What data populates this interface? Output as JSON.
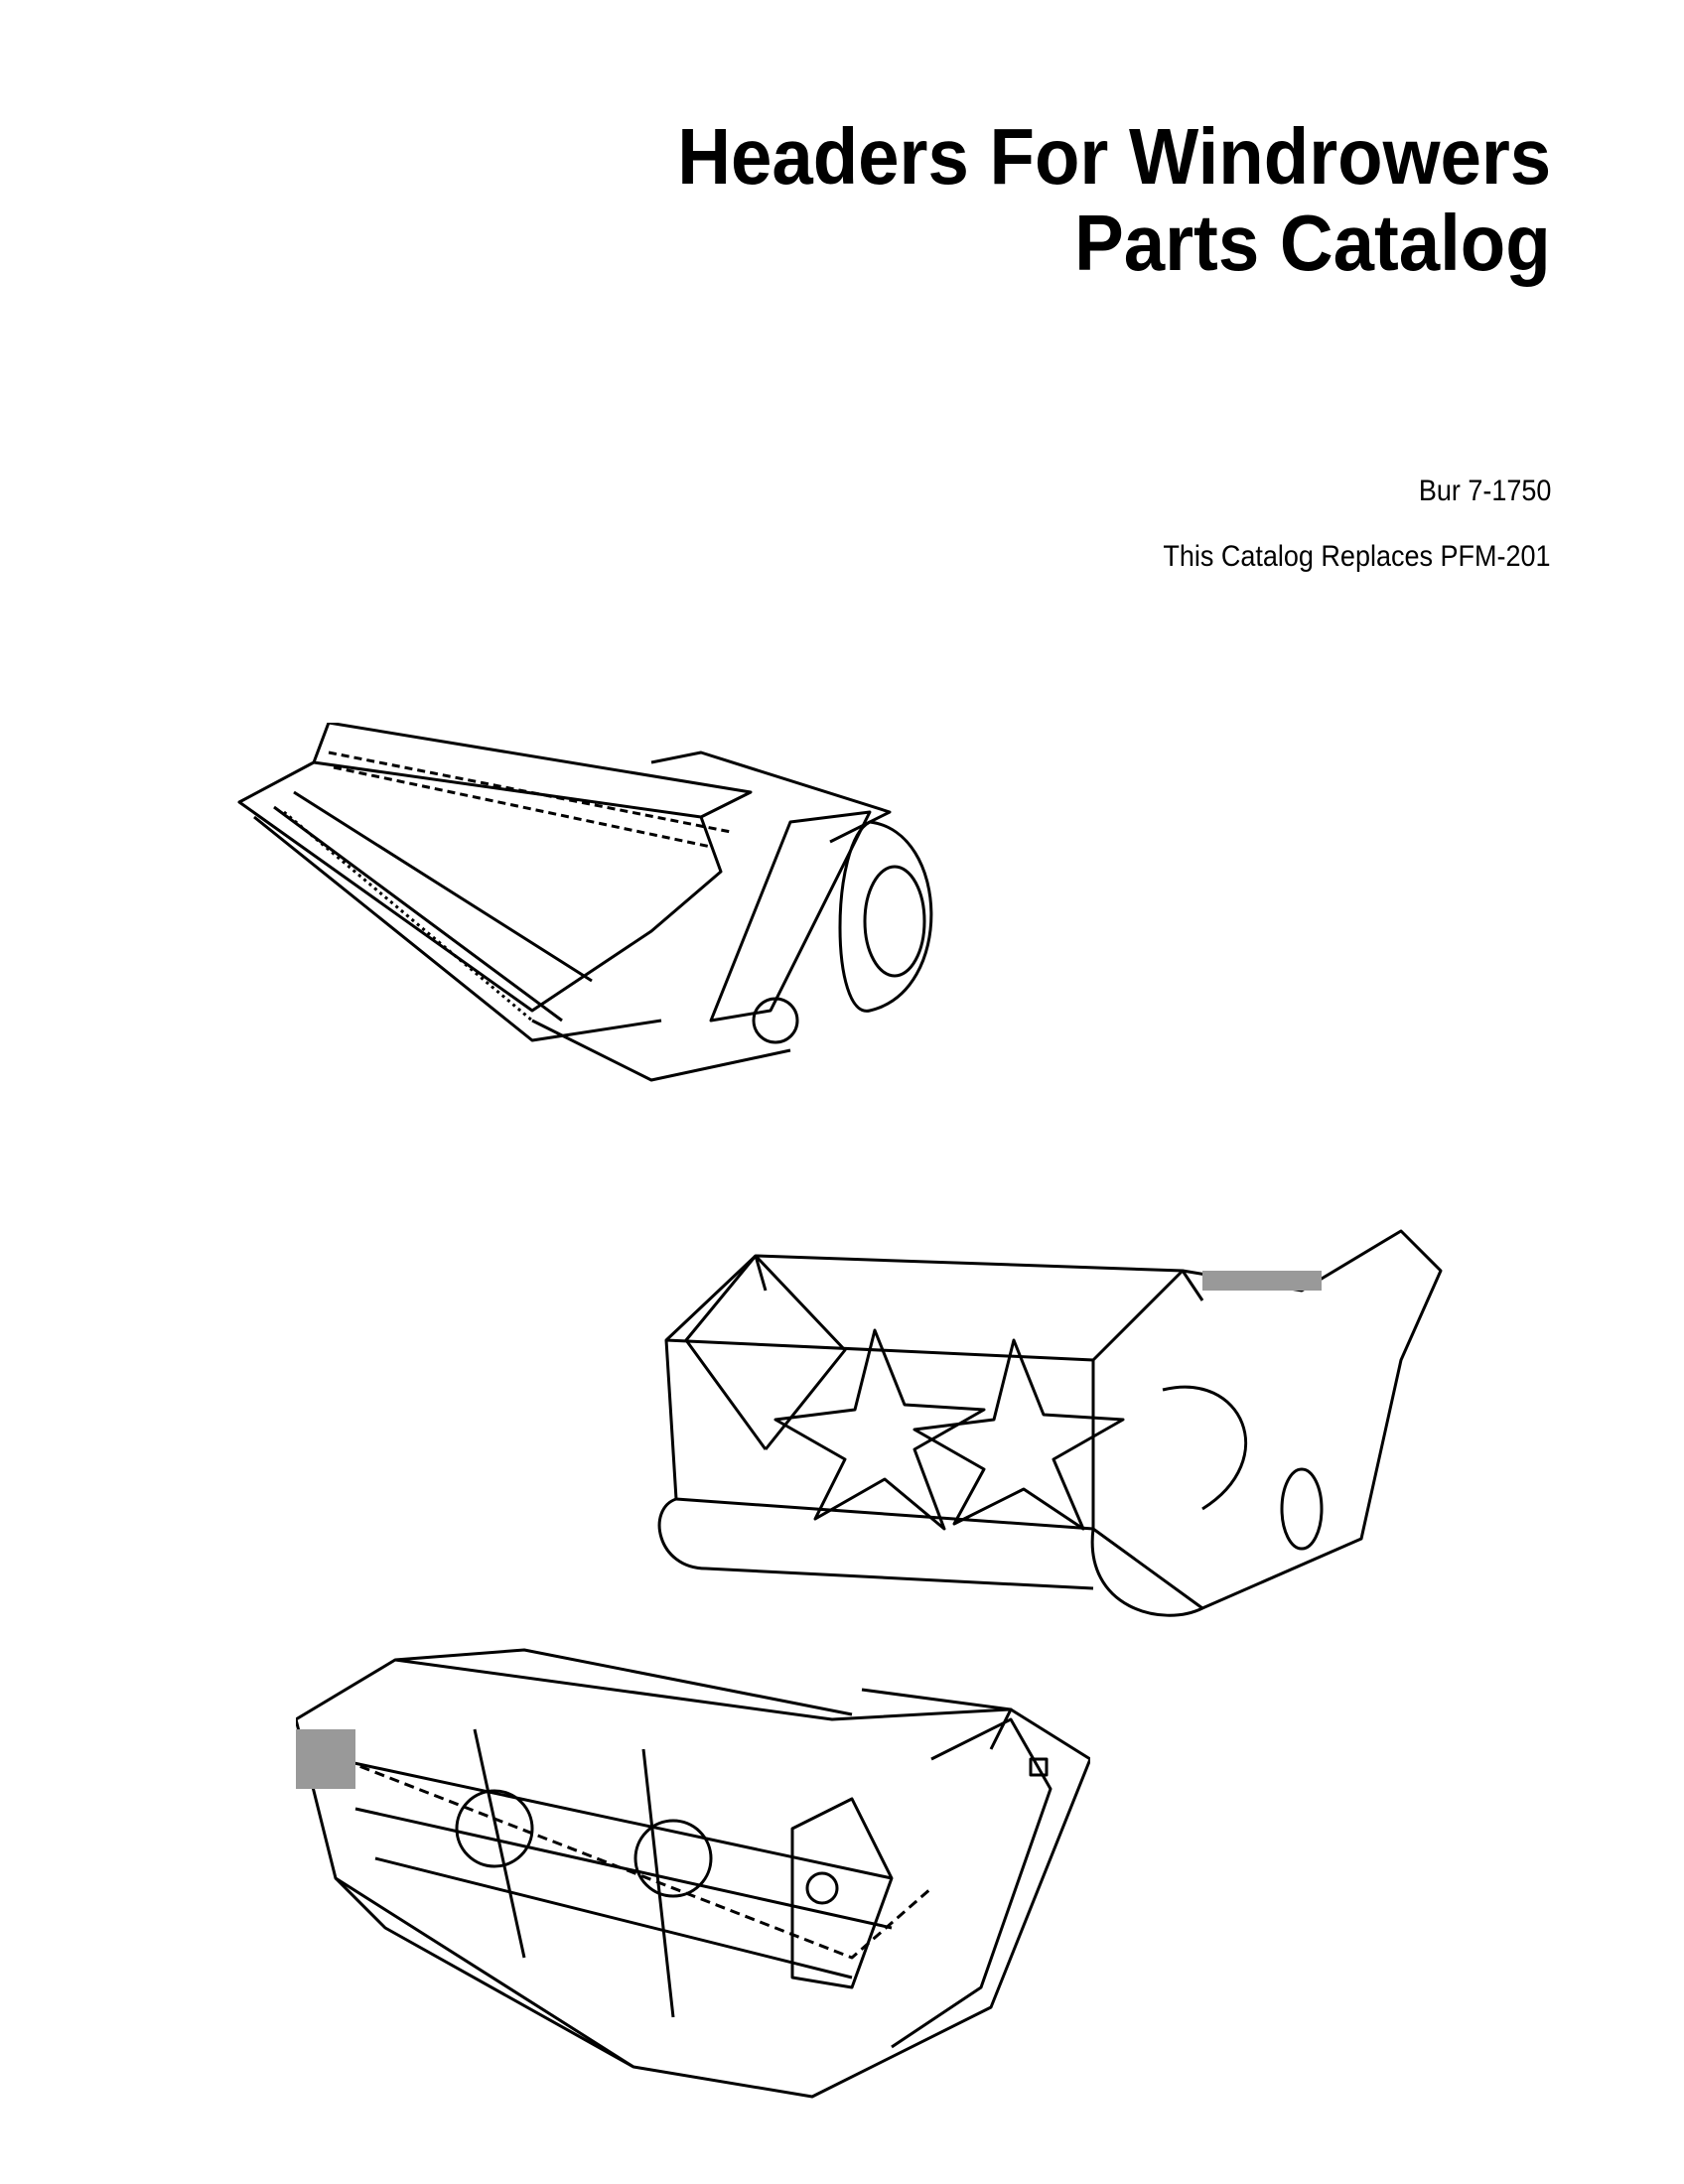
{
  "document": {
    "title_line1": "Headers For Windrowers",
    "title_line2": "Parts Catalog",
    "form_number": "Bur 7-1750",
    "replaces_note": "This Catalog Replaces PFM-201"
  },
  "illustrations": [
    {
      "icon": "windrower-header-with-reel-and-wheel"
    },
    {
      "icon": "windrower-header-with-bat-reel"
    },
    {
      "icon": "windrower-header-with-pickup-reel"
    }
  ]
}
